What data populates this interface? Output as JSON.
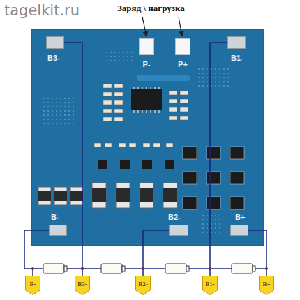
{
  "diagram": {
    "nodes": [
      {
        "text": [
          "B3-"
        ]
      },
      {
        "text": [
          "P-"
        ]
      },
      {
        "text": [
          "P+"
        ]
      },
      {
        "text": [
          "B1-"
        ]
      },
      {
        "text": [
          "B-"
        ]
      },
      {
        "text": [
          "B2-"
        ]
      },
      {
        "text": [
          "B+"
        ]
      },
      {
        "text": [
          "B-"
        ]
      },
      {
        "text": [
          "B3-"
        ]
      },
      {
        "text": [
          "B2-"
        ]
      },
      {
        "text": [
          "B1-"
        ]
      },
      {
        "text": [
          "B+"
        ]
      }
    ],
    "edges": [
      {
        "from": 0,
        "to": 8,
        "arrow": "none"
      },
      {
        "from": 3,
        "to": 10,
        "arrow": "none"
      },
      {
        "from": 4,
        "to": 7,
        "arrow": "none"
      },
      {
        "from": 5,
        "to": 9,
        "arrow": "none"
      },
      {
        "from": 6,
        "to": 11,
        "arrow": "none"
      }
    ],
    "labels": [
      "tagelkit.ru",
      "Заряд \\ нагрузка"
    ]
  }
}
